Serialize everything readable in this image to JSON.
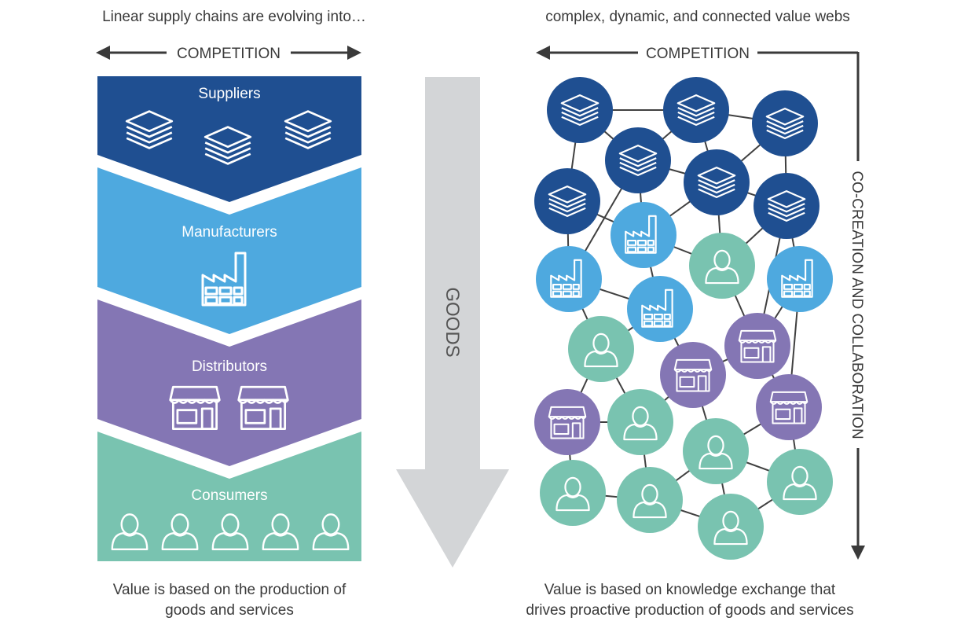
{
  "left": {
    "heading": "Linear supply chains are evolving into…",
    "competition": "COMPETITION",
    "tiers": [
      {
        "label": "Suppliers",
        "color": "#1f4f91"
      },
      {
        "label": "Manufacturers",
        "color": "#4ea9df"
      },
      {
        "label": "Distributors",
        "color": "#8476b4"
      },
      {
        "label": "Consumers",
        "color": "#79c3b0"
      }
    ],
    "caption": [
      "Value is based on the production of",
      "goods and services"
    ]
  },
  "center": {
    "arrow_label": "GOODS",
    "arrow_color": "#d3d5d7"
  },
  "right": {
    "heading": "complex, dynamic, and connected value webs",
    "competition": "COMPETITION",
    "side_label": "CO-CREATION AND COLLABORATION",
    "caption": [
      "Value is based on knowledge exchange that",
      "drives proactive production of goods and services"
    ],
    "node_colors": {
      "supplier": "#1f4f91",
      "manufacturer": "#4ea9df",
      "distributor": "#8476b4",
      "consumer": "#79c3b0"
    },
    "icons": {
      "supplier": "layers-icon",
      "manufacturer": "factory-icon",
      "distributor": "store-icon",
      "consumer": "person-icon"
    }
  }
}
